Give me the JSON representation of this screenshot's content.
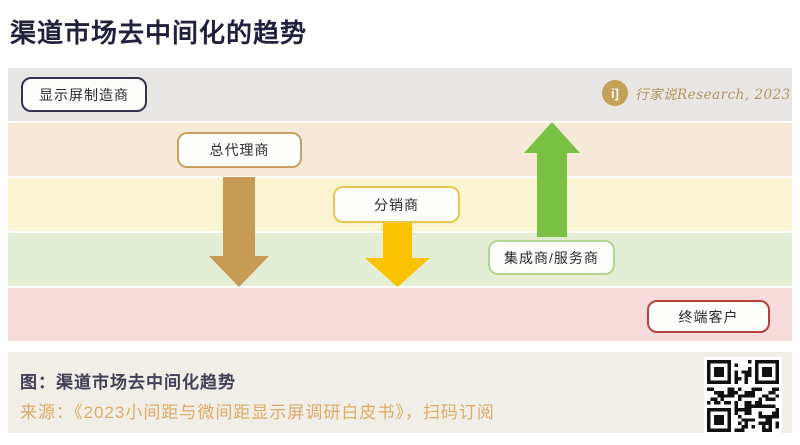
{
  "title": "渠道市场去中间化的趋势",
  "watermark": {
    "icon_glyph": "i]",
    "icon_color": "#c3a355",
    "text": "行家说Research, 2023",
    "text_color": "#b2945c"
  },
  "diagram": {
    "bands": [
      {
        "name": "display-manufacturer",
        "color": "#e9e7e6",
        "box": {
          "label": "显示屏制造商",
          "border": "#32324e"
        }
      },
      {
        "name": "general-agent",
        "color": "#f6e9d7",
        "box": {
          "label": "总代理商",
          "border": "#c8a061"
        }
      },
      {
        "name": "distributor",
        "color": "#fbf4d2",
        "box": {
          "label": "分销商",
          "border": "#e7c74f"
        }
      },
      {
        "name": "integrator-service",
        "color": "#e4eed5",
        "box": {
          "label": "集成商/服务商",
          "border": "#b2d48e"
        }
      },
      {
        "name": "end-customer",
        "color": "#f5dbda",
        "box": {
          "label": "终端客户",
          "border": "#b5413b"
        }
      }
    ],
    "arrows": [
      {
        "name": "agent-bypass-arrow",
        "direction": "down",
        "color": "#c69b55"
      },
      {
        "name": "distributor-bypass-arrow",
        "direction": "down",
        "color": "#f9c301"
      },
      {
        "name": "integrator-rise-arrow",
        "direction": "up",
        "color": "#7bc143"
      }
    ]
  },
  "caption": {
    "figure_label": "图：渠道市场去中间化趋势",
    "figure_color": "#413f55",
    "source_label": "来源：《2023小间距与微间距显示屏调研白皮书》，扫码订阅",
    "source_color": "#dcab66"
  }
}
